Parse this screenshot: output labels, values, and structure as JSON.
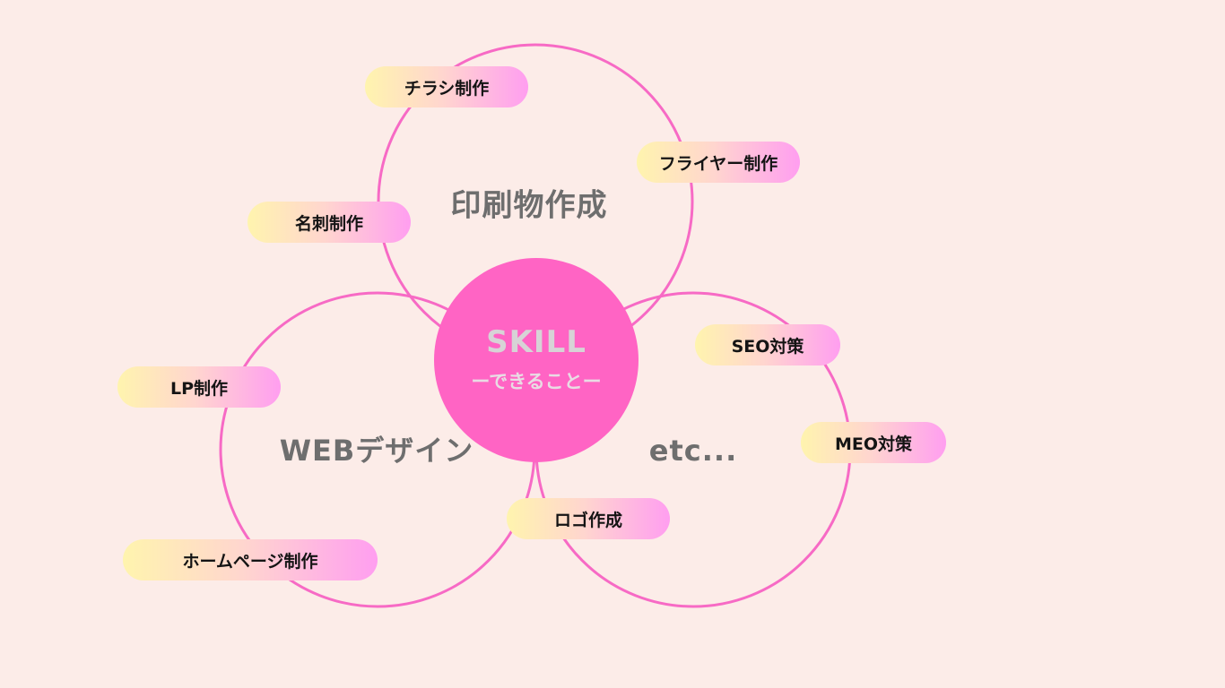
{
  "colors": {
    "background": "#fcece8",
    "ring": "#f76ac5",
    "center": "#ff64c4",
    "title_gray": "#6e6e6e",
    "pill_gradient": [
      "#fff4ae",
      "#ffd5cf",
      "#ff9ef0"
    ]
  },
  "center": {
    "title": "SKILL",
    "subtitle": "ーできることー"
  },
  "groups": [
    {
      "title": "印刷物作成"
    },
    {
      "title": "WEBデザイン"
    },
    {
      "title": "etc..."
    }
  ],
  "skills": [
    "チラシ制作",
    "フライヤー制作",
    "名刺制作",
    "SEO対策",
    "LP制作",
    "MEO対策",
    "ロゴ作成",
    "ホームページ制作"
  ]
}
